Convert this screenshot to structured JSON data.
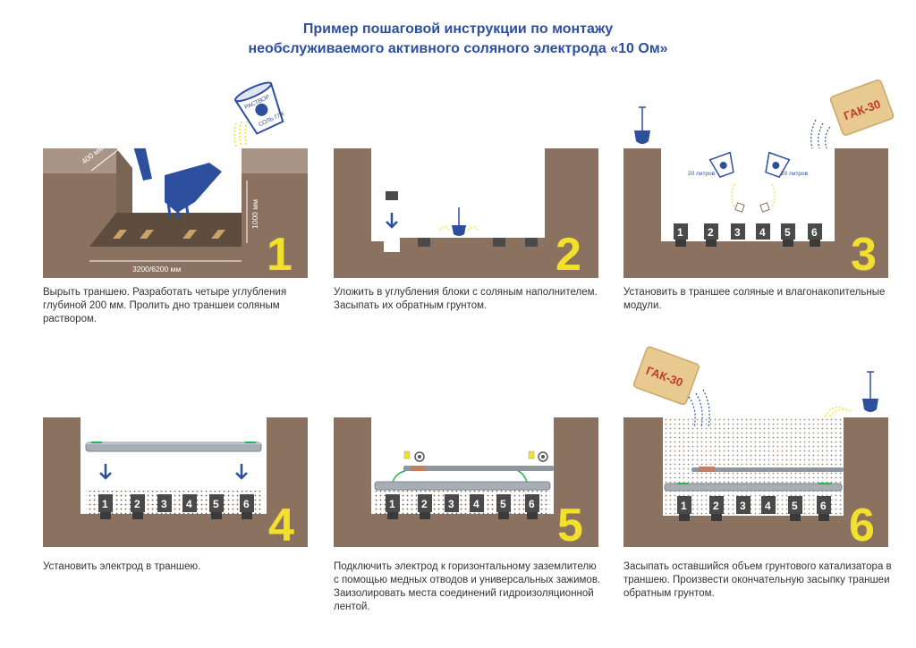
{
  "title": {
    "line1": "Пример пошаговой инструкции по монтажу",
    "line2": "необслуживаемого активного соляного электрода «10 Ом»"
  },
  "colors": {
    "soil": "#8b7260",
    "soil_dark": "#6f5a4b",
    "soil_top": "#a89585",
    "accent_blue": "#2d4f9e",
    "step_yellow": "#f2e02c",
    "block": "#4a4a4a",
    "bag": "#e8c98f"
  },
  "steps": [
    {
      "number": "1",
      "dims": {
        "width": "400 мм",
        "depth": "1000 мм",
        "length": "3200/6200 мм"
      },
      "bucket_label_a": "РАСТВОР",
      "bucket_label_b": "СОЛЬ ГЛК",
      "caption": "Вырыть траншею. Разработать четыре углубления глубиной 200 мм. Пролить дно траншеи соляным раствором."
    },
    {
      "number": "2",
      "caption": "Уложить в углубления блоки с соляным наполнителем. Засыпать их обратным грунтом."
    },
    {
      "number": "3",
      "bag_label": "ГАК-30",
      "liters_left": "20 литров",
      "liters_right": "20 литров",
      "modules": [
        "1",
        "2",
        "3",
        "4",
        "5",
        "6"
      ],
      "caption": "Установить в траншее соляные и влагонакопительные модули."
    },
    {
      "number": "4",
      "modules": [
        "1",
        "2",
        "3",
        "4",
        "5",
        "6"
      ],
      "caption": "Установить электрод в траншею."
    },
    {
      "number": "5",
      "modules": [
        "1",
        "2",
        "3",
        "4",
        "5",
        "6"
      ],
      "caption": "Подключить электрод к горизонтальному заземлителю с помощью медных отводов и универсальных зажимов. Заизолировать места соединений гидроизоляционной лентой."
    },
    {
      "number": "6",
      "bag_label": "ГАК-30",
      "modules": [
        "1",
        "2",
        "3",
        "4",
        "5",
        "6"
      ],
      "caption": "Засыпать оставшийся объем грунтового катализатора в траншею. Произвести окончательную засыпку траншеи обратным грунтом."
    }
  ]
}
